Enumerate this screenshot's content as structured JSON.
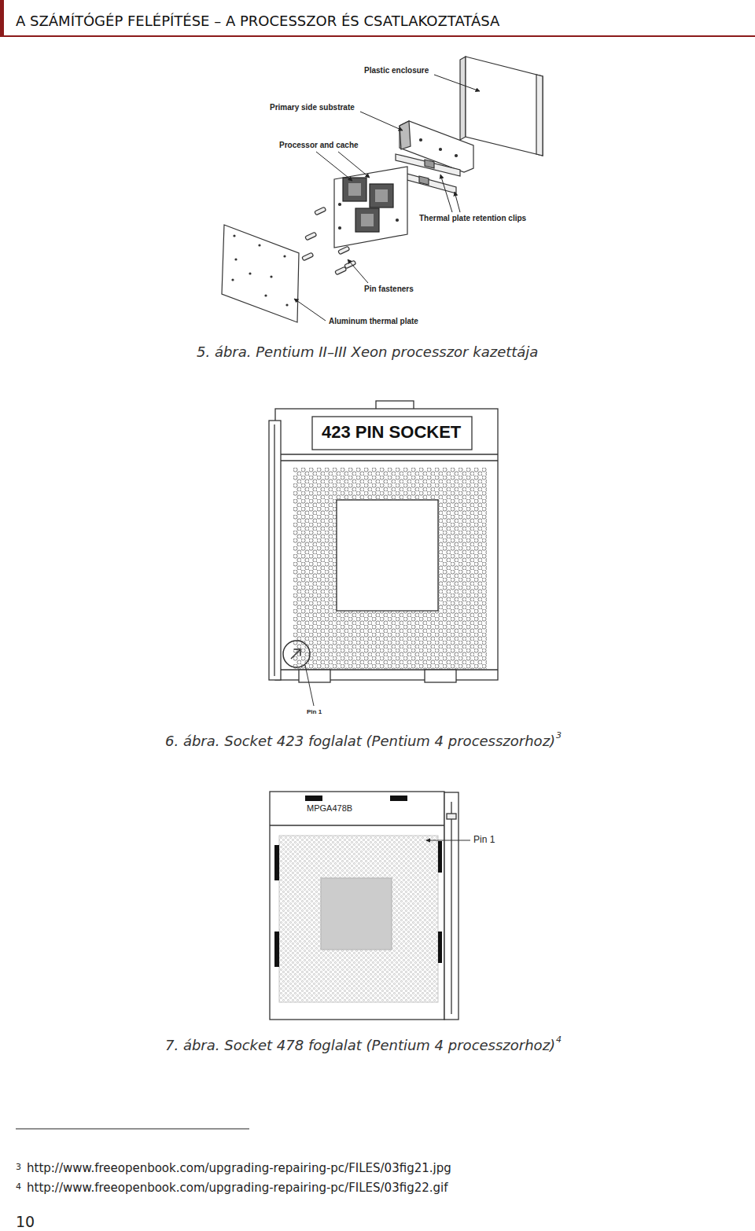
{
  "diagram": {
    "title": "A SZÁMÍTÓGÉP FELÉPÍTÉSE – A PROCESSZOR ÉS CSATLAKOZTATÁSA",
    "labels": [
      "Plastic enclosure",
      "Primary side substrate",
      "Processor and cache",
      "Thermal plate retention clips",
      "Pin fasteners",
      "Aluminum thermal plate",
      "5. ábra. Pentium II–III Xeon processzor kazettája",
      "423 PIN SOCKET",
      "Pin 1",
      "6. ábra. Socket 423 foglalat (Pentium 4 processzorhoz)",
      "3",
      "MPGA478B",
      "Pin 1",
      "7. ábra. Socket 478 foglalat (Pentium 4 processzorhoz)",
      "4",
      "3",
      "http://www.freeopenbook.com/upgrading-repairing-pc/FILES/03fig21.jpg",
      "4",
      "http://www.freeopenbook.com/upgrading-repairing-pc/FILES/03fig22.gif",
      "10"
    ]
  }
}
